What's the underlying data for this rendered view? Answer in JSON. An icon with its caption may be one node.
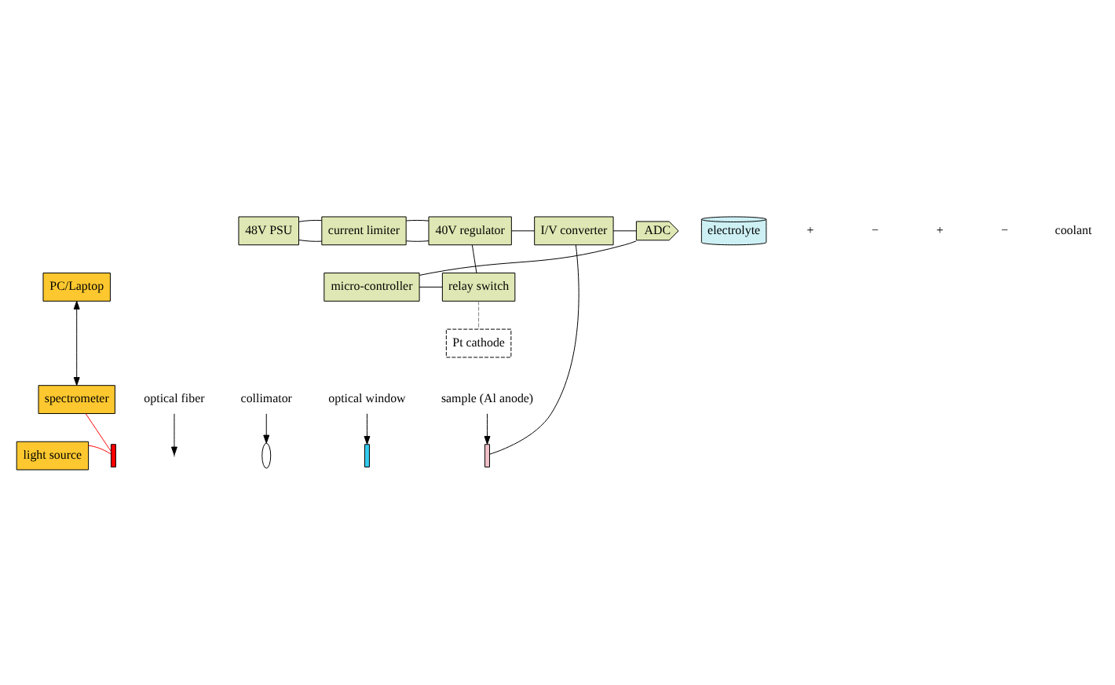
{
  "diagram": {
    "nodes": [
      {
        "text": [
          "48V PSU"
        ]
      },
      {
        "text": [
          "current limiter"
        ]
      },
      {
        "text": [
          "40V regulator"
        ]
      },
      {
        "text": [
          "I/V converter"
        ]
      },
      {
        "text": [
          "ADC"
        ]
      },
      {
        "text": [
          "relay switch"
        ]
      },
      {
        "text": [
          "micro-controller"
        ]
      },
      {
        "text": [
          "PC/Laptop"
        ]
      },
      {
        "text": [
          "spectrometer"
        ]
      },
      {
        "text": [
          "light source"
        ]
      },
      {
        "text": [
          "Pt cathode"
        ]
      },
      {
        "text": [
          "optical window"
        ]
      },
      {
        "text": [],
        "shape": "bar"
      },
      {
        "text": [
          "collimator"
        ]
      },
      {
        "text": [],
        "shape": "lens"
      },
      {
        "text": [
          "optical fiber"
        ]
      },
      {
        "text": [],
        "shape": "bar"
      },
      {
        "text": [
          "sample (Al anode)"
        ]
      },
      {
        "text": [],
        "shape": "bar"
      },
      {
        "text": [
          "electrolyte"
        ]
      }
    ],
    "edges": [
      {
        "from": 0,
        "to": 1,
        "arrow": "none"
      },
      {
        "from": 0,
        "to": 1,
        "arrow": "none"
      },
      {
        "from": 1,
        "to": 2,
        "arrow": "none"
      },
      {
        "from": 1,
        "to": 2,
        "arrow": "none"
      },
      {
        "from": 2,
        "to": 3,
        "arrow": "none"
      },
      {
        "from": 2,
        "to": 5,
        "arrow": "none"
      },
      {
        "from": 3,
        "to": 4,
        "arrow": "none"
      },
      {
        "from": 4,
        "to": 6,
        "arrow": "none"
      },
      {
        "from": 6,
        "to": 5,
        "arrow": "none"
      },
      {
        "from": 5,
        "to": 10,
        "arrow": "none",
        "style": "dashed",
        "color": "#808080"
      },
      {
        "from": 3,
        "to": 18,
        "arrow": "none"
      },
      {
        "from": 7,
        "to": 8,
        "arrow": "both"
      },
      {
        "from": 8,
        "to": 12,
        "arrow": "none",
        "color": "#ff0000"
      },
      {
        "from": 9,
        "to": 12,
        "arrow": "none",
        "color": "#ff0000"
      },
      {
        "from": 11,
        "to": 16,
        "arrow": "to"
      },
      {
        "from": 13,
        "to": 14,
        "arrow": "to"
      },
      {
        "from": 15,
        "to": null,
        "arrow": "to"
      },
      {
        "from": 17,
        "to": 18,
        "arrow": "to"
      }
    ],
    "labels": [
      "+",
      "−",
      "+",
      "−",
      "coolant"
    ]
  }
}
